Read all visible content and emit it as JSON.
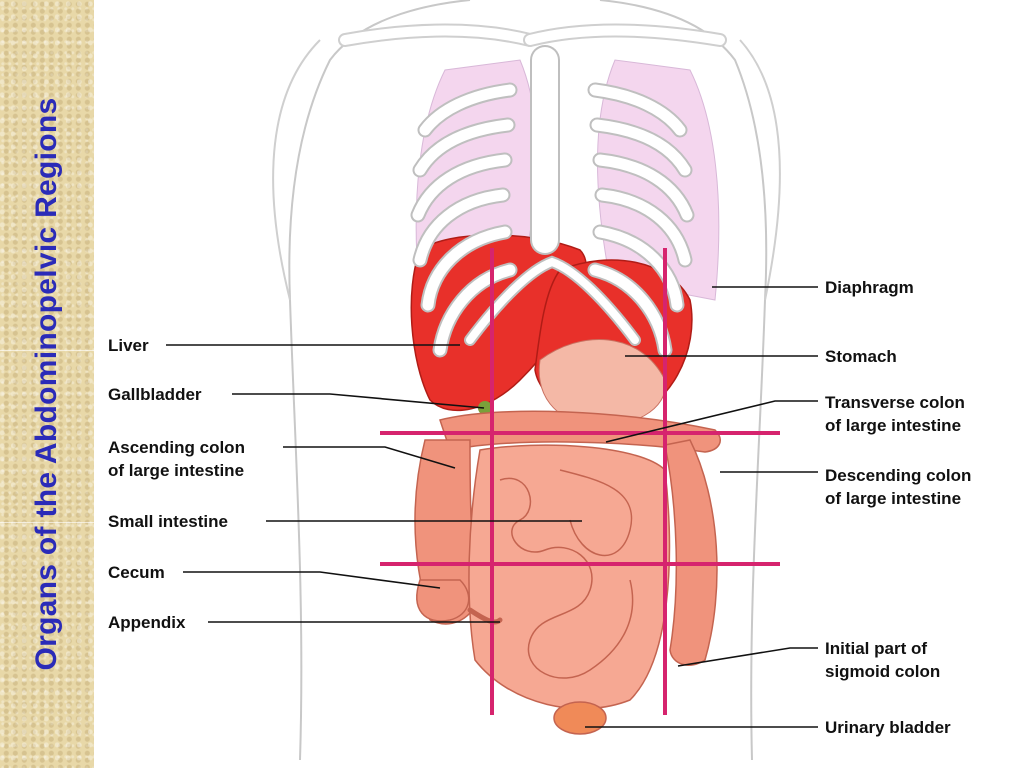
{
  "title": "Organs of the Abdominopelvic Regions",
  "labels_left": {
    "liver": "Liver",
    "gallbladder": "Gallbladder",
    "ascending_colon_1": "Ascending colon",
    "ascending_colon_2": "of large intestine",
    "small_intestine": "Small intestine",
    "cecum": "Cecum",
    "appendix": "Appendix"
  },
  "labels_right": {
    "diaphragm": "Diaphragm",
    "stomach": "Stomach",
    "transverse_colon_1": "Transverse colon",
    "transverse_colon_2": "of large intestine",
    "descending_colon_1": "Descending colon",
    "descending_colon_2": "of large intestine",
    "sigmoid_colon_1": "Initial part of",
    "sigmoid_colon_2": "sigmoid colon",
    "urinary_bladder": "Urinary bladder"
  },
  "colors": {
    "title": "#2b2bb8",
    "region_lines": "#d6246e",
    "organ_red": "#e8302a",
    "intestine": "#f0937c",
    "bone": "#ffffff",
    "lung": "#f4d6ee"
  }
}
